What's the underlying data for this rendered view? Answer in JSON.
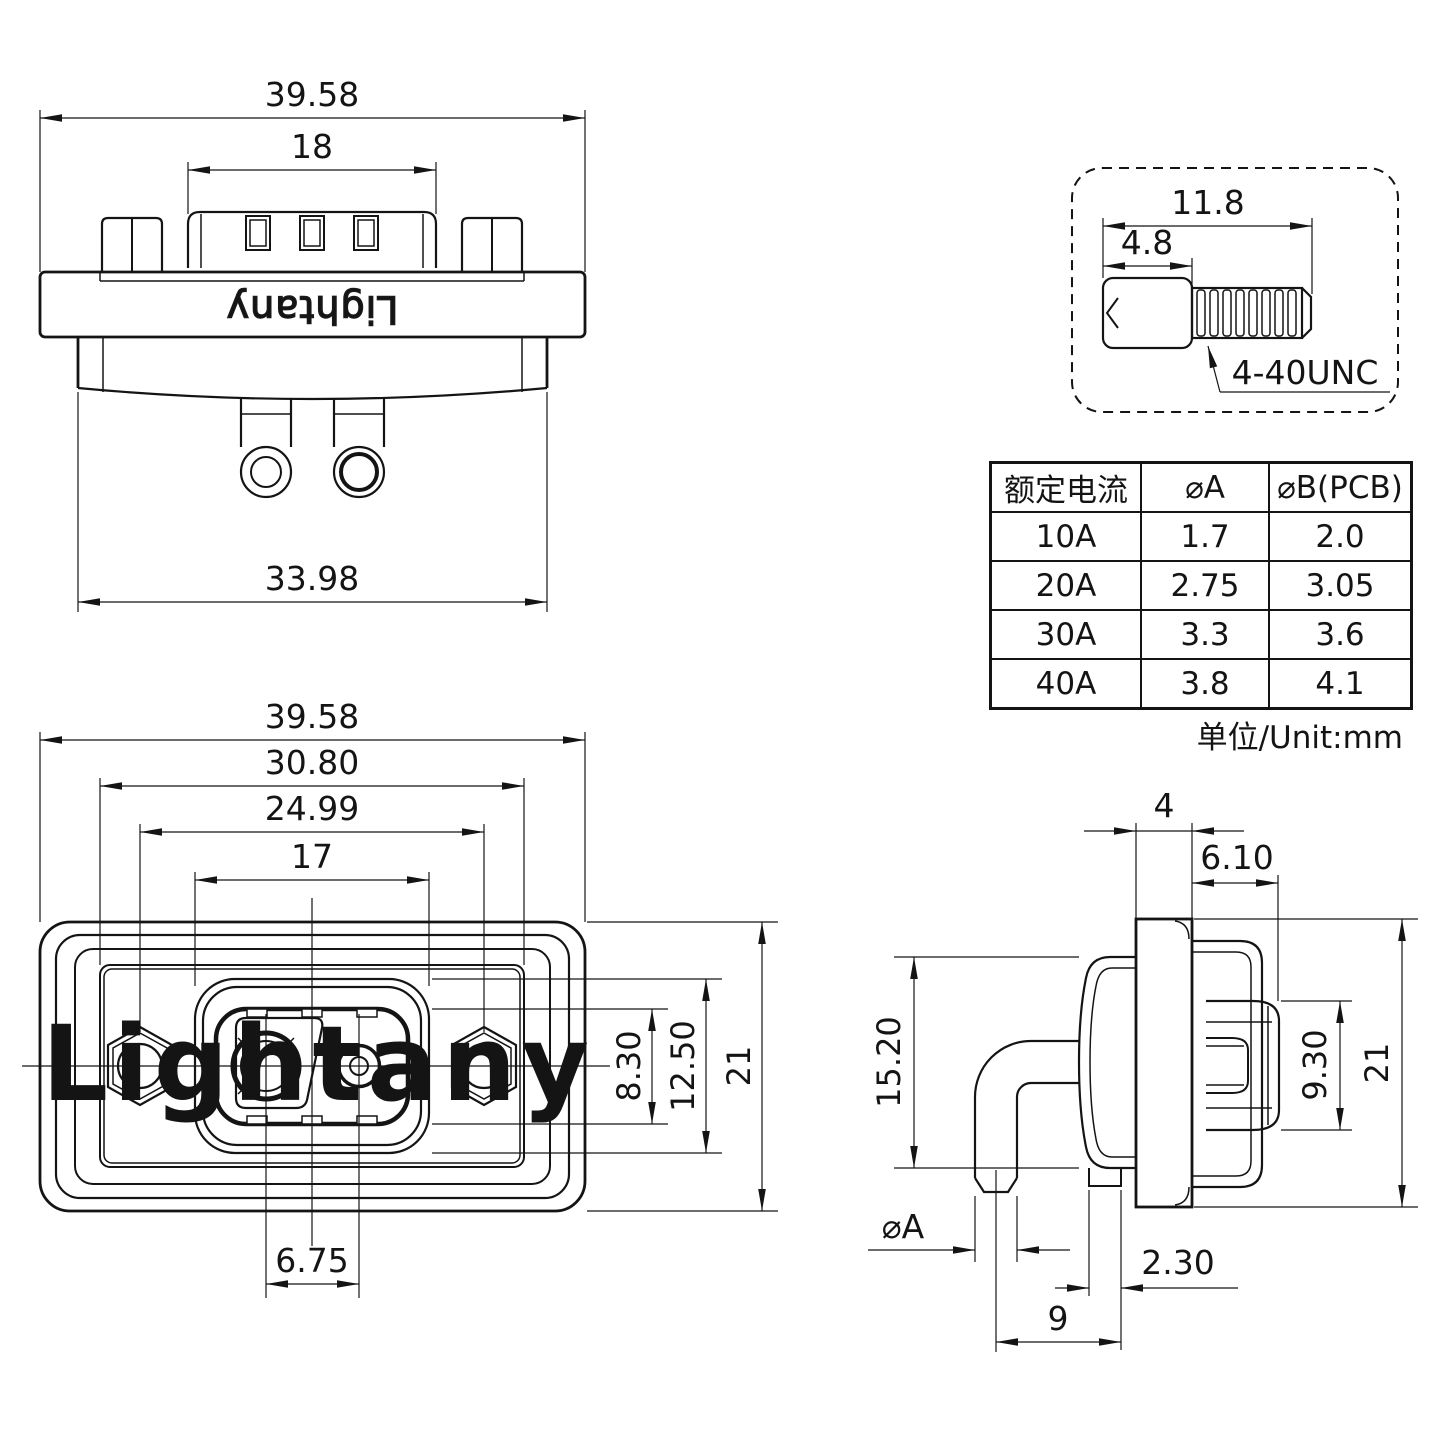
{
  "page": {
    "background": "#ffffff",
    "line_color": "#141414",
    "watermark_color": "#ebebeb"
  },
  "brand": {
    "logo_text": "Lightany",
    "watermark_text": "Lightany"
  },
  "top_view": {
    "dim_overall_width": "39.58",
    "dim_insert_width": "18",
    "dim_body_width": "33.98"
  },
  "screw_detail": {
    "dim_total_length": "11.8",
    "dim_head_length": "4.8",
    "thread_spec": "4-40UNC"
  },
  "spec_table": {
    "col_headers": [
      "额定电流",
      "⌀A",
      "⌀B(PCB)"
    ],
    "rows": [
      [
        "10A",
        "1.7",
        "2.0"
      ],
      [
        "20A",
        "2.75",
        "3.05"
      ],
      [
        "30A",
        "3.3",
        "3.6"
      ],
      [
        "40A",
        "3.8",
        "4.1"
      ]
    ],
    "unit_note": "单位/Unit:mm"
  },
  "front_view": {
    "dim_overall_width": "39.58",
    "dim_step_width": "30.80",
    "dim_mount_spacing": "24.99",
    "dim_insert_width": "17",
    "dim_opening_height": "8.30",
    "dim_shroud_height": "12.50",
    "dim_overall_height": "21",
    "dim_contact_spacing": "6.75"
  },
  "side_view": {
    "dim_flange_thickness": "4",
    "dim_shroud_depth": "6.10",
    "dim_body_height": "15.20",
    "dim_nut_height": "9.30",
    "dim_overall_height": "21",
    "pin_dia_label": "⌀A",
    "dim_pin_step": "2.30",
    "dim_pin_to_face": "9"
  }
}
